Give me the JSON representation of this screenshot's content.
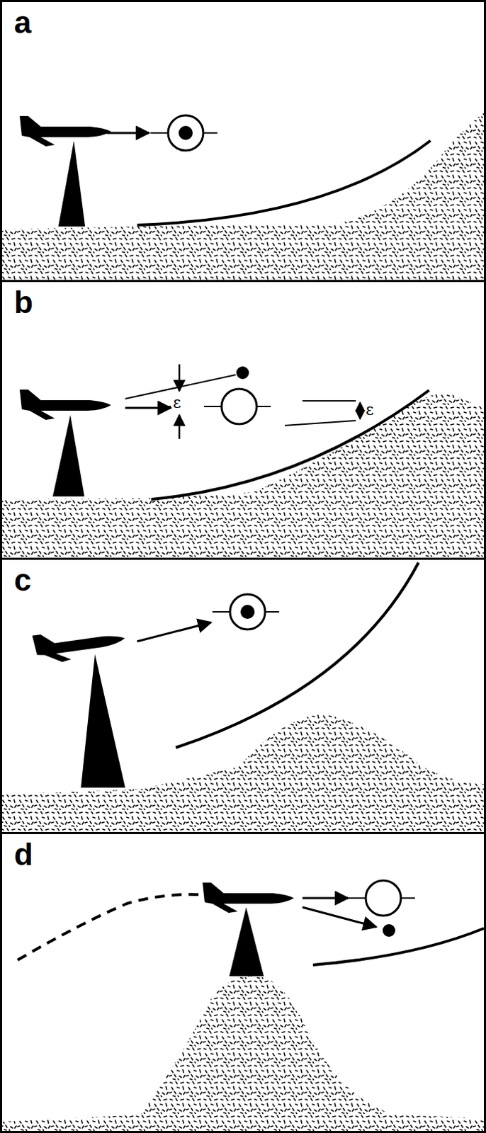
{
  "diagram": {
    "labels": [
      "a",
      "b",
      "c",
      "d",
      "ε",
      "ε"
    ]
  }
}
